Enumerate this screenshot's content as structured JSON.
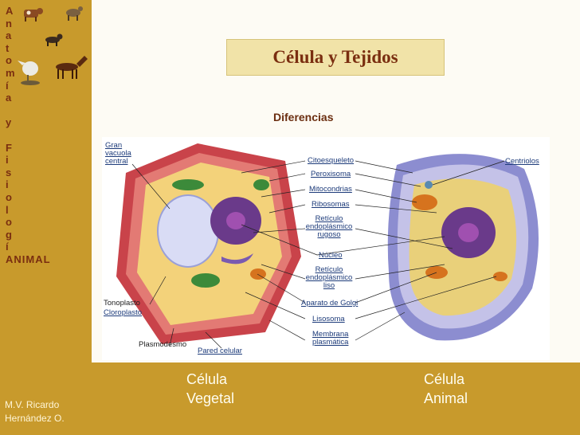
{
  "sidebar": {
    "vertical_title": [
      "A",
      "n",
      "a",
      "t",
      "o",
      "m",
      "í",
      "a",
      " ",
      "y",
      " ",
      "F",
      "i",
      "s",
      "i",
      "o",
      "l",
      "o",
      "g",
      "í",
      "ANIMAL"
    ],
    "credit_line1": "M.V. Ricardo",
    "credit_line2": "Hernández O."
  },
  "slide": {
    "title": "Célula y Tejidos",
    "subtitle": "Diferencias"
  },
  "figure": {
    "labels": {
      "gran_vacuola": [
        "Gran",
        "vacuola",
        "central"
      ],
      "citoesqueleto": "Citoesqueleto",
      "peroxisoma": "Peroxisoma",
      "mitocondrias": "Mitocondrias",
      "ribosomas": "Ribosomas",
      "reticulo_rugoso": [
        "Retículo",
        "endoplásmico",
        "rugoso"
      ],
      "nucleo": "Núcleo",
      "reticulo_liso": [
        "Retículo",
        "endoplásmico",
        "liso"
      ],
      "aparato_golgi": "Aparato de Golgi",
      "lisosoma": "Lisosoma",
      "membrana": [
        "Membrana",
        "plasmática"
      ],
      "centriolos": "Centriolos",
      "tonoplasto": "Tonoplasto",
      "cloroplasto": "Cloroplasto",
      "plasmodesmo": "Plasmodesmo",
      "pared_celular": "Pared celular"
    }
  },
  "captions": {
    "vegetal": [
      "Célula",
      "Vegetal"
    ],
    "animal": [
      "Célula",
      "Animal"
    ]
  },
  "colors": {
    "sidebar": "#c89a2c",
    "title_box": "#f1e3a8",
    "title_text": "#7a2e10"
  }
}
